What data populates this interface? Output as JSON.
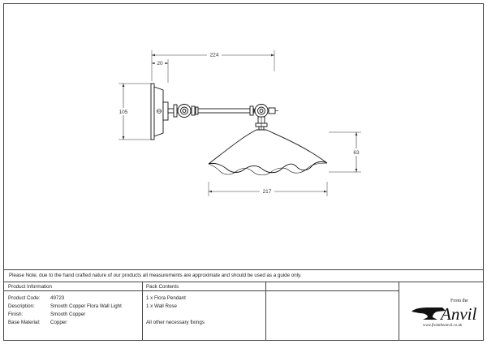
{
  "dimensions": {
    "overall_width": "224",
    "rose_depth": "20",
    "rose_height": "105",
    "shade_height": "63",
    "shade_width": "217"
  },
  "note": "Please Note, due to the hand crafted nature of our products all measurements are approximate and should be used as a guide only.",
  "product_info": {
    "header": "Product Information",
    "rows": [
      {
        "label": "Product Code:",
        "value": "49723"
      },
      {
        "label": "Description:",
        "value": "Smooth Copper Flora Wall Light"
      },
      {
        "label": "Finish:",
        "value": "Smooth Copper"
      },
      {
        "label": "Base Material:",
        "value": "Copper"
      }
    ]
  },
  "pack_contents": {
    "header": "Pack Contents",
    "items": [
      "1 x Flora Pendant",
      "1 x Wall Rose",
      "All other necessary fixings"
    ]
  },
  "logo": {
    "tagline": "From the",
    "brand": "Anvil",
    "url": "www.fromtheanvil.co.uk"
  }
}
